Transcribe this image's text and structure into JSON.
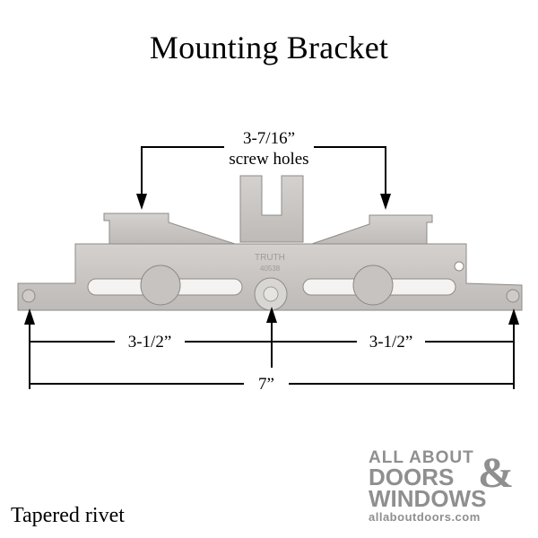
{
  "title": "Mounting Bracket",
  "caption": "Tapered rivet",
  "dimensions": {
    "screw_holes_value": "3-7/16”",
    "screw_holes_label": "screw holes",
    "left_half": "3-1/2”",
    "right_half": "3-1/2”",
    "total": "7”"
  },
  "part_markings": {
    "brand": "TRUTH",
    "part_number": "40538"
  },
  "logo": {
    "line1": "ALL ABOUT",
    "line2": "DOORS",
    "ampersand": "&",
    "line3": "WINDOWS",
    "url": "allaboutdoors.com"
  },
  "colors": {
    "metal": "#c9c6c3",
    "metal_dark": "#9b9794",
    "logo_gray": "#8f8f8f"
  }
}
